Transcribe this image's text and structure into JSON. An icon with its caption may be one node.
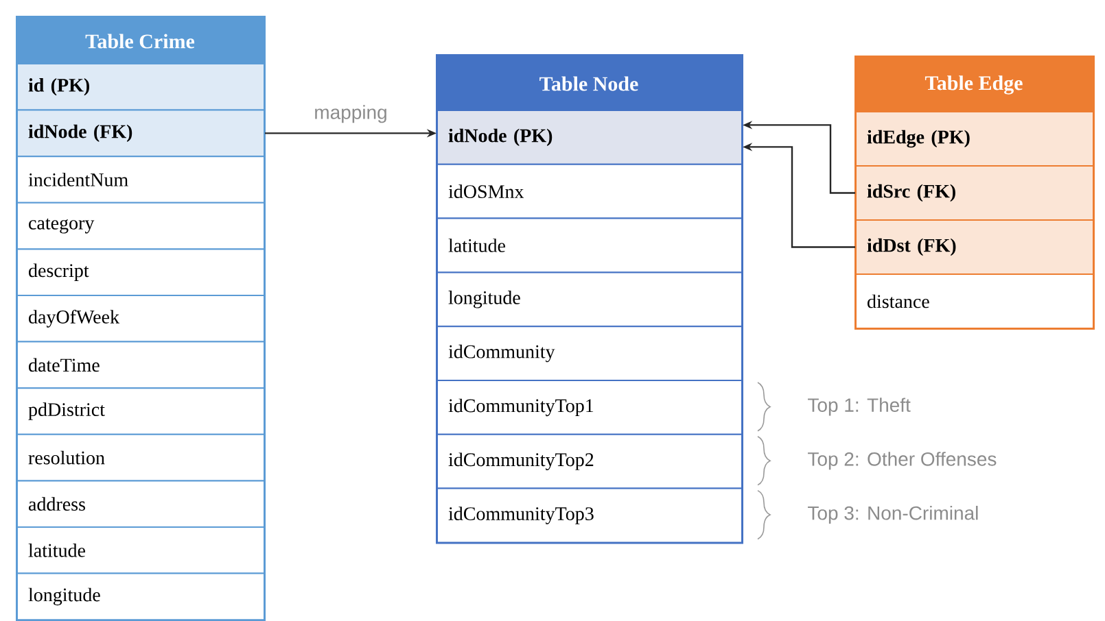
{
  "diagram": {
    "nodes": [
      {
        "text": [
          "Table Crime"
        ]
      },
      {
        "text": [
          "id (PK)"
        ],
        "in": 0
      },
      {
        "text": [
          "idNode (FK)"
        ],
        "in": 0
      },
      {
        "text": [
          "incidentNum"
        ],
        "in": 0
      },
      {
        "text": [
          "category"
        ],
        "in": 0
      },
      {
        "text": [
          "descript"
        ],
        "in": 0
      },
      {
        "text": [
          "dayOfWeek"
        ],
        "in": 0
      },
      {
        "text": [
          "dateTime"
        ],
        "in": 0
      },
      {
        "text": [
          "pdDistrict"
        ],
        "in": 0
      },
      {
        "text": [
          "resolution"
        ],
        "in": 0
      },
      {
        "text": [
          "address"
        ],
        "in": 0
      },
      {
        "text": [
          "latitude"
        ],
        "in": 0
      },
      {
        "text": [
          "longitude"
        ],
        "in": 0
      },
      {
        "text": [
          "Table Node"
        ]
      },
      {
        "text": [
          "idNode (PK)"
        ],
        "in": 13
      },
      {
        "text": [
          "idOSMnx"
        ],
        "in": 13
      },
      {
        "text": [
          "latitude"
        ],
        "in": 13
      },
      {
        "text": [
          "longitude"
        ],
        "in": 13
      },
      {
        "text": [
          "idCommunity"
        ],
        "in": 13
      },
      {
        "text": [
          "idCommunityTop1"
        ],
        "in": 13
      },
      {
        "text": [
          "idCommunityTop2"
        ],
        "in": 13
      },
      {
        "text": [
          "idCommunityTop3"
        ],
        "in": 13
      },
      {
        "text": [
          "Table Edge"
        ]
      },
      {
        "text": [
          "idEdge (PK)"
        ],
        "in": 22
      },
      {
        "text": [
          "idSrc (FK)"
        ],
        "in": 22
      },
      {
        "text": [
          "idDst (FK)"
        ],
        "in": 22
      },
      {
        "text": [
          "distance"
        ],
        "in": 22
      }
    ],
    "edges": [
      {
        "from": 2,
        "to": 14,
        "arrow": "to",
        "label": "mapping"
      },
      {
        "from": 24,
        "to": 14,
        "arrow": "to"
      },
      {
        "from": 25,
        "to": 14,
        "arrow": "to"
      }
    ],
    "labels": [
      "Top 1: Theft",
      "Top 2: Other Offenses",
      "Top 3: Non-Criminal"
    ]
  }
}
